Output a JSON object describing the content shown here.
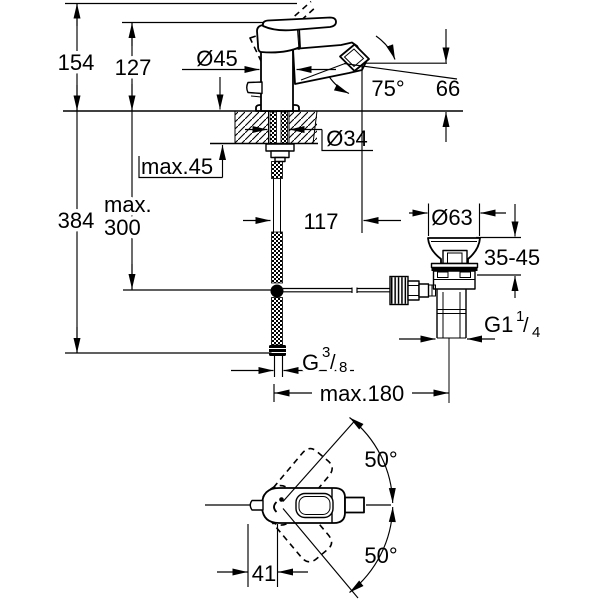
{
  "page": {
    "background": "#ffffff",
    "line_color": "#000000",
    "text_color": "#000000",
    "description": "technical dimension drawing of a single-lever bidet mixer with pop-up waste, front view and top swivel view"
  },
  "dims": {
    "overall_height": "154",
    "handle_height": "127",
    "body_diameter": "Ø45",
    "spout_angle": "75°",
    "spout_outlet_height": "66",
    "mounting_thickness": "max.45",
    "hole_diameter": "Ø34",
    "total_height": "384",
    "hose_max_line1": "max.",
    "hose_max_line2": "300",
    "spout_reach": "117",
    "waste_flange_diameter": "Ø63",
    "waste_height_range": "35-45",
    "waste_thread_base": "G1",
    "waste_thread_sup": "1",
    "waste_thread_slash": "/",
    "waste_thread_sub": "4",
    "hose_thread_base": "G",
    "hose_thread_sup": "3",
    "hose_thread_slash": "/",
    "hose_thread_sub": "8",
    "max_depth": "max.180",
    "swivel_angle_upper": "50°",
    "swivel_angle_lower": "50°",
    "handle_projection": "41"
  }
}
